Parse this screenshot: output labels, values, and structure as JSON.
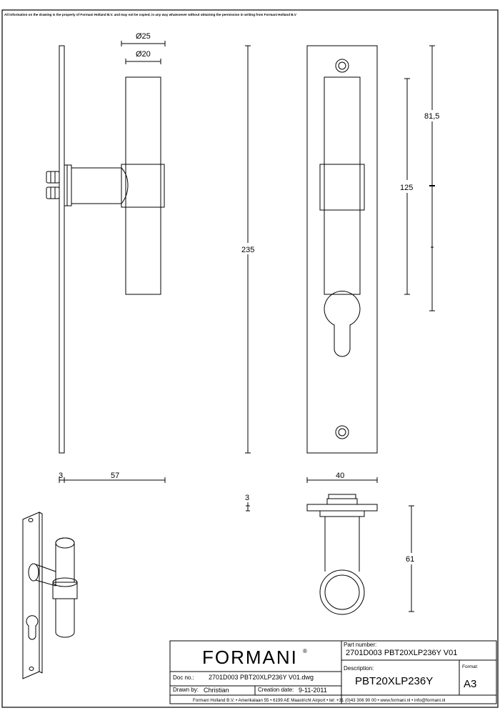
{
  "notice": "All information on the drawing is the property of Formani Holland B.V. and may not be copied, in any way whatsoever without obtaining the permission in writing from Formani Holland B.V",
  "dimensions": {
    "d25": "Ø25",
    "d20": "Ø20",
    "h235": "235",
    "h125": "125",
    "h815": "81,5",
    "t3": "3",
    "w57": "57",
    "w40": "40",
    "t3b": "3",
    "h61": "61"
  },
  "title_block": {
    "brand": "FORMANI",
    "registered": "®",
    "doc_no_label": "Doc no.:",
    "doc_no": "2701D003 PBT20XLP236Y V01.dwg",
    "drawn_by_label": "Drawn by:",
    "drawn_by": "Christian",
    "creation_date_label": "Creation date:",
    "creation_date": "9-11-2011",
    "part_number_label": "Part number:",
    "part_number": "2701D003 PBT20XLP236Y V01",
    "description_label": "Description:",
    "description": "PBT20XLP236Y",
    "format_label": "Format:",
    "format": "A3",
    "footer": "Formani Holland B.V.  •  Amerikalaan 55  •  6199 AE Maastricht Airport  •  tel: +31 (0)43 306 90 00  •  www.formani.nl  •  info@formani.nl"
  }
}
